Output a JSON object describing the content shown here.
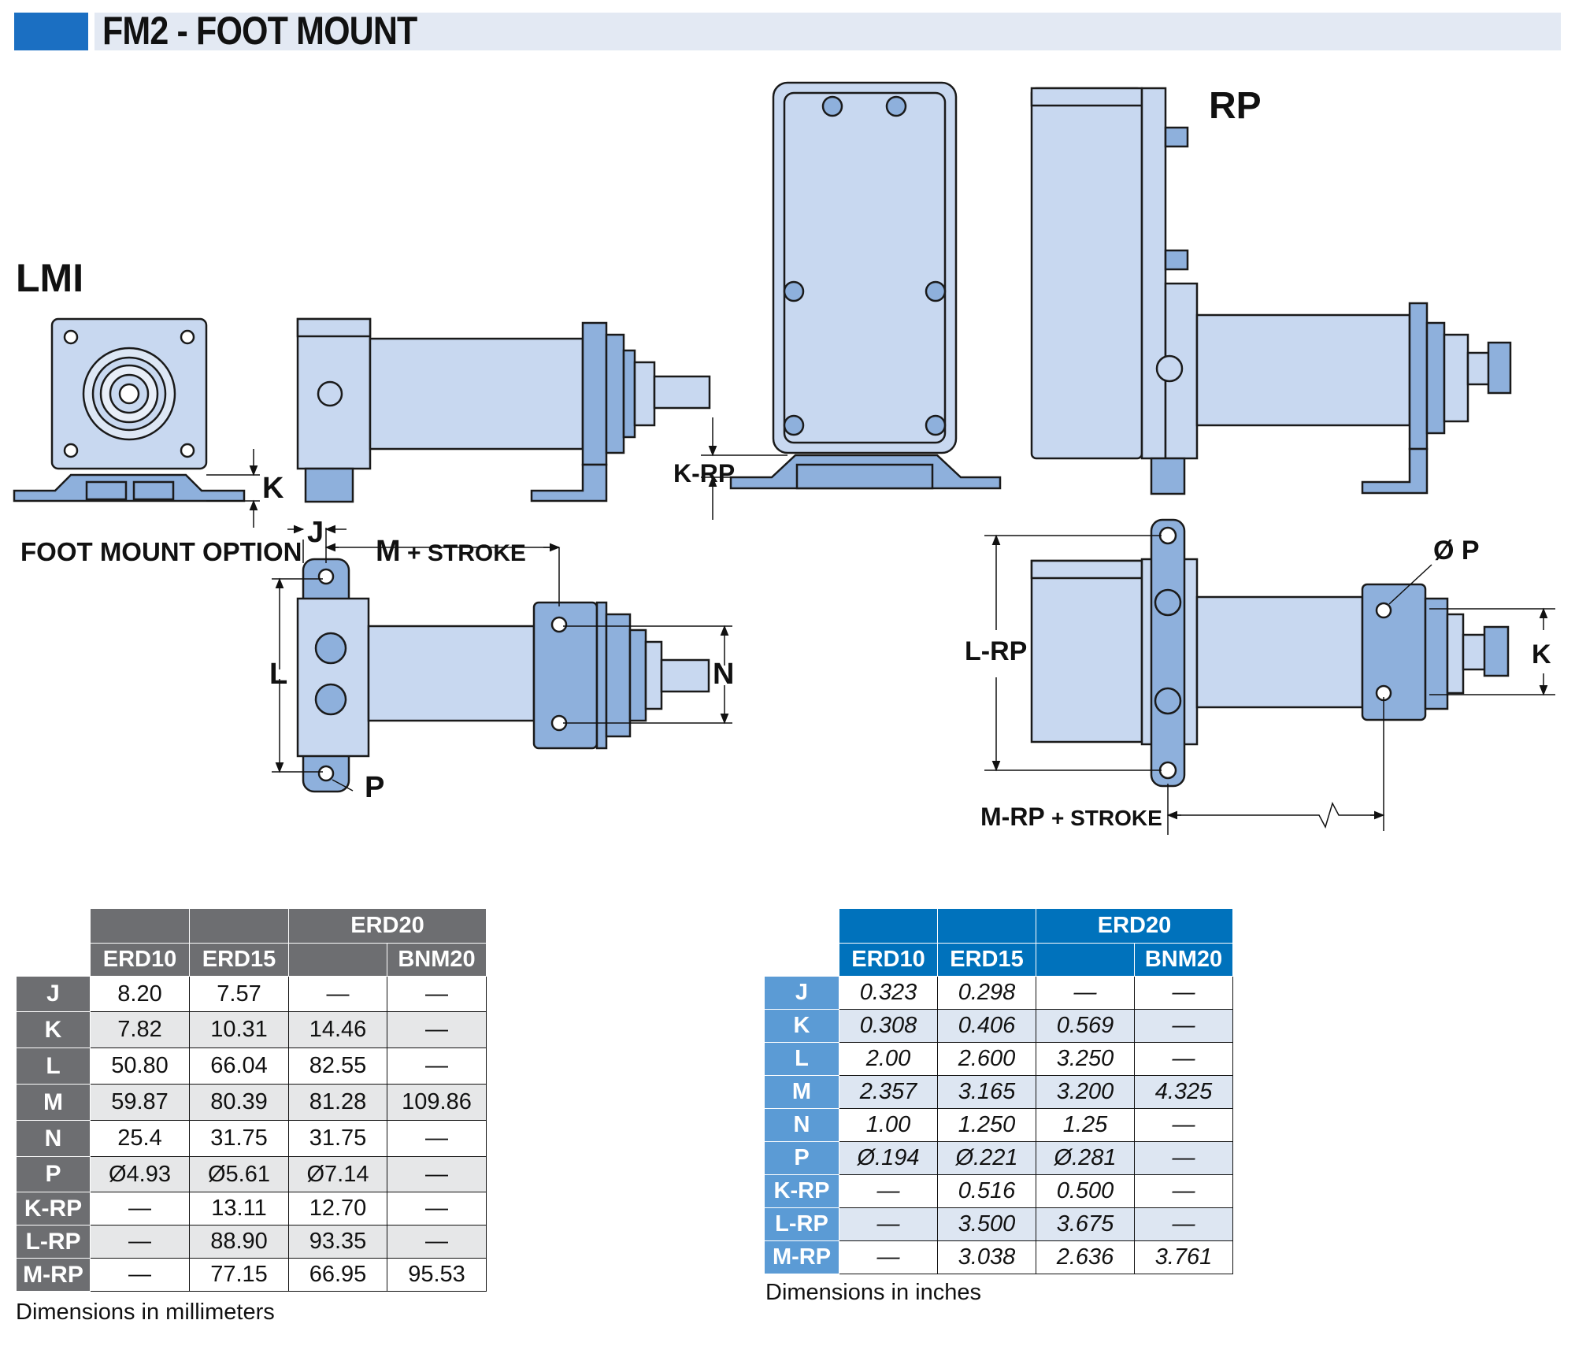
{
  "header": {
    "title": "FM2 - FOOT MOUNT"
  },
  "colors": {
    "header_accent": "#1b6fc2",
    "header_band": "#e3e9f3",
    "part_fill": "#c8d8f0",
    "part_dark": "#8eb0dc",
    "mm_table_header": "#6d6e71",
    "in_table_header": "#0072bc"
  },
  "drawing": {
    "lmi_label": "LMI",
    "rp_label": "RP",
    "foot_mount_option": "FOOT MOUNT OPTION",
    "dim_j": "J",
    "dim_m": "M",
    "stroke": "+ STROKE",
    "dim_l": "L",
    "dim_n": "N",
    "dim_p": "P",
    "dim_k": "K",
    "dim_k_rp": "K-RP",
    "dim_l_rp": "L-RP",
    "dim_m_rp": "M-RP",
    "dim_dia_p": "Ø P",
    "dim_k2": "K"
  },
  "table_mm": {
    "group_header": "ERD20",
    "columns": [
      "ERD10",
      "ERD15",
      "",
      "BNM20"
    ],
    "rows": [
      {
        "label": "J",
        "values": [
          "8.20",
          "7.57",
          "—",
          "—"
        ]
      },
      {
        "label": "K",
        "values": [
          "7.82",
          "10.31",
          "14.46",
          "—"
        ]
      },
      {
        "label": "L",
        "values": [
          "50.80",
          "66.04",
          "82.55",
          "—"
        ]
      },
      {
        "label": "M",
        "values": [
          "59.87",
          "80.39",
          "81.28",
          "109.86"
        ]
      },
      {
        "label": "N",
        "values": [
          "25.4",
          "31.75",
          "31.75",
          "—"
        ]
      },
      {
        "label": "P",
        "values": [
          "Ø4.93",
          "Ø5.61",
          "Ø7.14",
          "—"
        ]
      },
      {
        "label": "K-RP",
        "values": [
          "—",
          "13.11",
          "12.70",
          "—"
        ]
      },
      {
        "label": "L-RP",
        "values": [
          "—",
          "88.90",
          "93.35",
          "—"
        ]
      },
      {
        "label": "M-RP",
        "values": [
          "—",
          "77.15",
          "66.95",
          "95.53"
        ]
      }
    ],
    "caption": "Dimensions in millimeters"
  },
  "table_in": {
    "group_header": "ERD20",
    "columns": [
      "ERD10",
      "ERD15",
      "",
      "BNM20"
    ],
    "rows": [
      {
        "label": "J",
        "values": [
          "0.323",
          "0.298",
          "—",
          "—"
        ]
      },
      {
        "label": "K",
        "values": [
          "0.308",
          "0.406",
          "0.569",
          "—"
        ]
      },
      {
        "label": "L",
        "values": [
          "2.00",
          "2.600",
          "3.250",
          "—"
        ]
      },
      {
        "label": "M",
        "values": [
          "2.357",
          "3.165",
          "3.200",
          "4.325"
        ]
      },
      {
        "label": "N",
        "values": [
          "1.00",
          "1.250",
          "1.25",
          "—"
        ]
      },
      {
        "label": "P",
        "values": [
          "Ø.194",
          "Ø.221",
          "Ø.281",
          "—"
        ]
      },
      {
        "label": "K-RP",
        "values": [
          "—",
          "0.516",
          "0.500",
          "—"
        ]
      },
      {
        "label": "L-RP",
        "values": [
          "—",
          "3.500",
          "3.675",
          "—"
        ]
      },
      {
        "label": "M-RP",
        "values": [
          "—",
          "3.038",
          "2.636",
          "3.761"
        ]
      }
    ],
    "caption": "Dimensions in inches"
  }
}
